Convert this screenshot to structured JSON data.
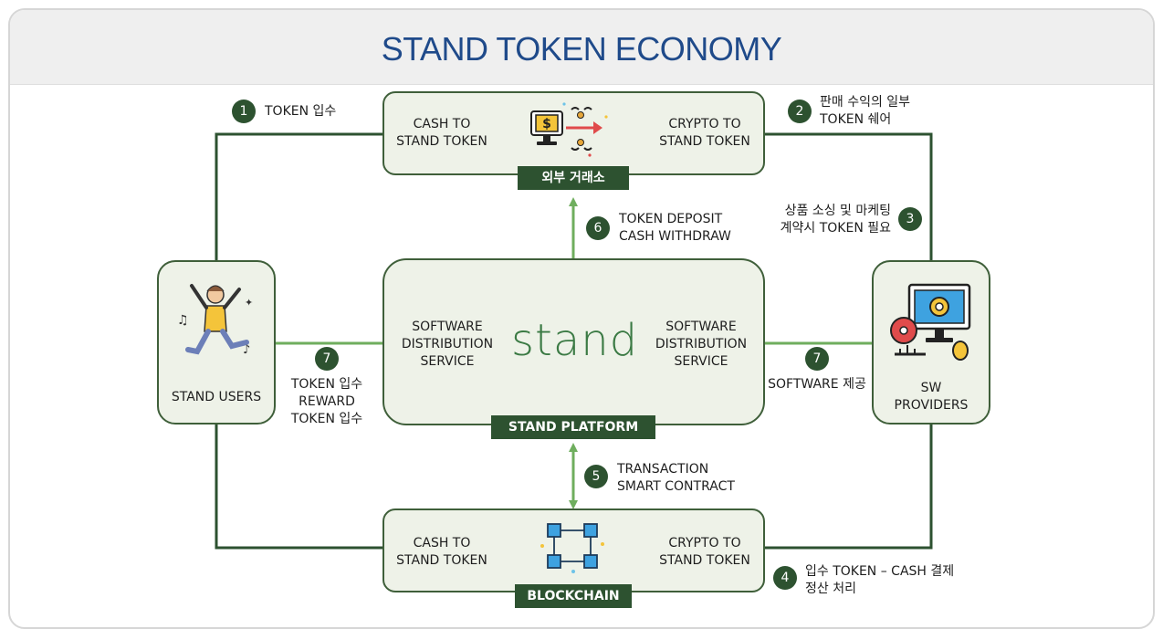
{
  "title": "STAND TOKEN ECONOMY",
  "nodes": {
    "exchange": {
      "left": "CASH TO\nSTAND TOKEN",
      "right": "CRYPTO TO\nSTAND TOKEN",
      "tag": "외부 거래소",
      "icon": "money-exchange-icon"
    },
    "platform": {
      "left": "SOFTWARE\nDISTRIBUTION\nSERVICE",
      "right": "SOFTWARE\nDISTRIBUTION\nSERVICE",
      "logo": "stand",
      "tag": "STAND PLATFORM"
    },
    "blockchain": {
      "left": "CASH TO\nSTAND TOKEN",
      "right": "CRYPTO TO\nSTAND TOKEN",
      "tag": "BLOCKCHAIN",
      "icon": "blockchain-icon"
    },
    "users": {
      "label": "STAND USERS",
      "icon": "dancing-person-icon"
    },
    "providers": {
      "label": "SW\nPROVIDERS",
      "icon": "computer-settings-icon"
    }
  },
  "steps": [
    {
      "num": "1",
      "text": "TOKEN 입수"
    },
    {
      "num": "2",
      "text": "판매 수익의 일부\nTOKEN 쉐어"
    },
    {
      "num": "3",
      "text": "상품 소싱 및 마케팅\n계약시 TOKEN 필요"
    },
    {
      "num": "4",
      "text": "입수 TOKEN – CASH 결제\n정산 처리"
    },
    {
      "num": "5",
      "text": "TRANSACTION\nSMART CONTRACT"
    },
    {
      "num": "6",
      "text": "TOKEN DEPOSIT\nCASH WITHDRAW"
    },
    {
      "num": "7",
      "text": "TOKEN 입수\nREWARD\nTOKEN 입수"
    },
    {
      "num": "7",
      "text": "SOFTWARE 제공"
    }
  ],
  "colors": {
    "dark_green": "#2d5230",
    "light_green": "#6fae5e",
    "box_fill": "#eef2e8",
    "title_blue": "#1f4a8a"
  }
}
